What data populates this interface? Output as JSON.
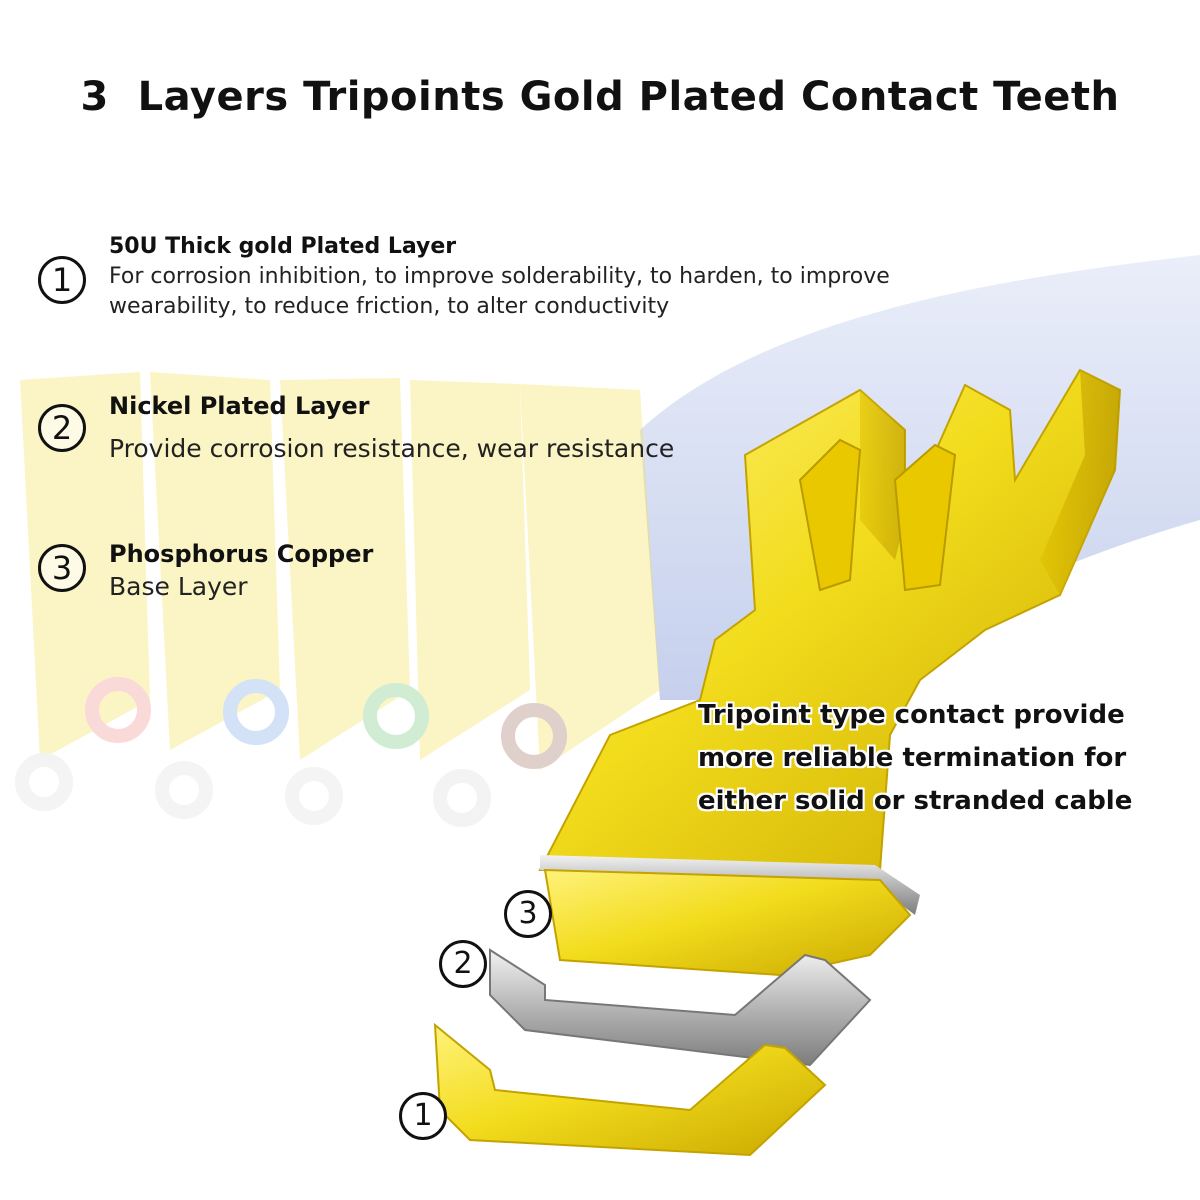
{
  "title": "3  Layers Tripoints Gold Plated Contact Teeth",
  "features": [
    {
      "number": "1",
      "heading": "50U Thick gold Plated Layer",
      "lines": [
        "For corrosion inhibition, to improve solderability, to harden, to improve",
        "wearability, to reduce friction, to alter conductivity"
      ]
    },
    {
      "number": "2",
      "heading": "Nickel Plated Layer",
      "lines": [
        "Provide corrosion resistance, wear resistance"
      ]
    },
    {
      "number": "3",
      "heading": "Phosphorus Copper",
      "lines": [
        "Base Layer"
      ]
    }
  ],
  "callout": {
    "lines": [
      "Tripoint type contact provide",
      "more reliable termination for",
      "either solid or stranded cable"
    ]
  },
  "markers": {
    "layer1": "1",
    "layer2": "2",
    "layer3": "3"
  },
  "colors": {
    "gold": "#f2dc1c",
    "gold_dark": "#d9b800",
    "nickel": "#b8b8b8",
    "cable_blue": "#c9d3ee",
    "text": "#111111"
  },
  "icons": {
    "gold_contact_tooth": "gold-contact-tooth-icon",
    "nickel_layer": "nickel-layer-icon",
    "gold_layer": "gold-layer-icon",
    "cable": "cable-icon"
  }
}
